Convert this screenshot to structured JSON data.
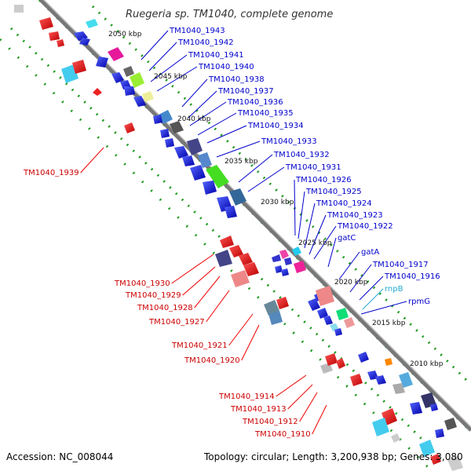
{
  "title": "Ruegeria sp. TM1040, complete genome",
  "footer": {
    "accession": "Accession: NC_008044",
    "topology": "Topology: circular; Length: 3,200,938 bp; Genes: 3,080"
  },
  "kbp_marks": [
    "2050 kbp",
    "2045 kbp",
    "2040 kbp",
    "2035 kbp",
    "2030 kbp",
    "2025 kbp",
    "2020 kbp",
    "2015 kbp",
    "2010 kbp"
  ],
  "forward_labels": [
    "TM1040_1943",
    "TM1040_1942",
    "TM1040_1941",
    "TM1040_1940",
    "TM1040_1938",
    "TM1040_1937",
    "TM1040_1936",
    "TM1040_1935",
    "TM1040_1934",
    "TM1040_1933",
    "TM1040_1932",
    "TM1040_1931",
    "TM1040_1926",
    "TM1040_1925",
    "TM1040_1924",
    "TM1040_1923",
    "TM1040_1922",
    "gatC",
    "gatA",
    "TM1040_1917",
    "TM1040_1916"
  ],
  "rna_labels": [
    "rnpB",
    "rpmG"
  ],
  "reverse_labels": [
    "TM1040_1939",
    "TM1040_1930",
    "TM1040_1929",
    "TM1040_1928",
    "TM1040_1927",
    "TM1040_1921",
    "TM1040_1920",
    "TM1040_1914",
    "TM1040_1913",
    "TM1040_1912",
    "TM1040_1910"
  ],
  "colors": {
    "forward": "#0000cc",
    "forward_label": "#0000cc",
    "reverse": "#ee0000",
    "reverse_label": "#cc0000",
    "rna": "#22aacc",
    "backbone": "#808080",
    "dots": "#229922"
  }
}
